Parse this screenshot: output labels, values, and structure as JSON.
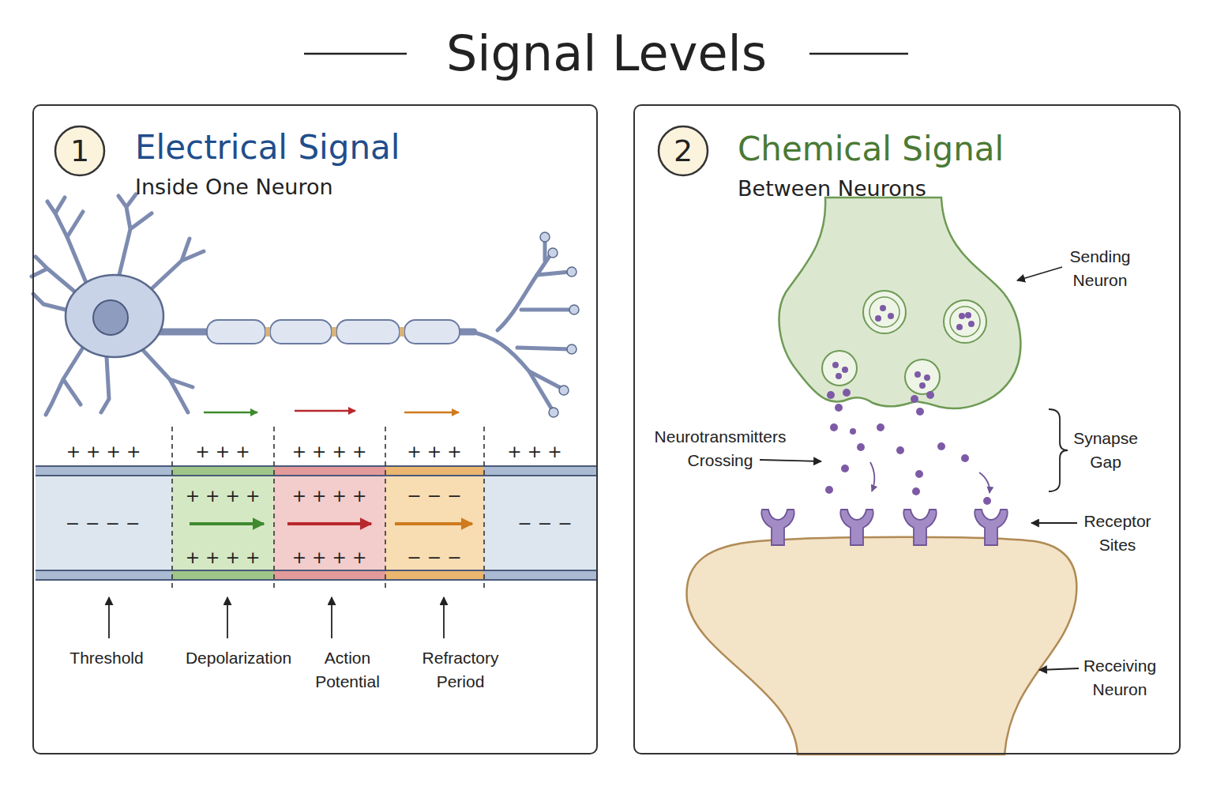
{
  "diagram": {
    "title": "Signal Levels",
    "nodes": [
      {
        "text": [
          "Electrical Signal",
          "Inside One Neuron"
        ]
      },
      {
        "text": [
          "1"
        ],
        "in": 0
      },
      {
        "text": [
          "Chemical Signal",
          "Between Neurons"
        ]
      },
      {
        "text": [
          "2"
        ],
        "in": 2
      }
    ],
    "labels": [
      "+ + + +",
      "+ + +",
      "+ + + +",
      "+ + +",
      "+ + +",
      "− − − −",
      "+ + + +",
      "+ + + +",
      "− − −",
      "− − −",
      "+ + + +",
      "+ + + +",
      "− − −",
      "Threshold",
      "Depolarization",
      "Action Potential",
      "Refractory Period",
      "Sending Neuron",
      "Neurotransmitters Crossing",
      "Synapse Gap",
      "Receptor Sites",
      "Receiving Neuron"
    ]
  }
}
